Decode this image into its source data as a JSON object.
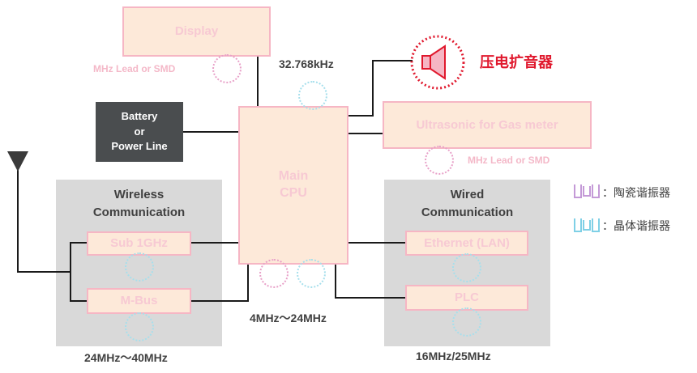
{
  "blocks": {
    "display": "Display",
    "ultrasonic": "Ultrasonic for Gas meter",
    "cpu": "Main\nCPU",
    "sub_ghz": "Sub 1GHz",
    "mbus": "M-Bus",
    "ethernet": "Ethernet (LAN)",
    "plc": "PLC"
  },
  "power": [
    "Battery",
    "or",
    "Power Line"
  ],
  "wireless_title": [
    "Wireless",
    "Communication"
  ],
  "wired_title": [
    "Wired",
    "Communication"
  ],
  "labels": {
    "display_crystal": "MHz Lead or SMD",
    "ultrasonic_crystal": "MHz Lead or SMD",
    "rtc_freq": "32.768kHz",
    "cpu_freq": "4MHz～24MHz",
    "wireless_freq": "24MHz～40MHz",
    "wired_freq": "16MHz/25MHz",
    "speaker": "压电扩音器"
  },
  "legend": {
    "ceramic": "：陶瓷谐振器",
    "crystal": "：晶体谐振器"
  },
  "colors": {
    "ceramic": "#e8a0c8",
    "crystal": "#a6dfec",
    "block_fill": "#fde9d9",
    "block_border": "#f6b6c4",
    "speaker": "#e0182d",
    "panel": "#d9d9d9",
    "dark": "#4a4d4f"
  }
}
